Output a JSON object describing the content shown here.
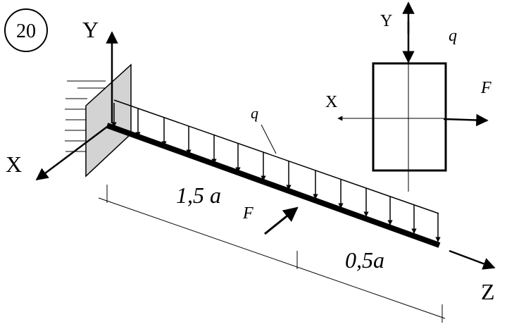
{
  "problem_number": "20",
  "axes": {
    "x_label": "X",
    "y_label": "Y",
    "z_label": "Z"
  },
  "beam": {
    "segment_1_label": "1,5 a",
    "segment_2_label": "0,5a",
    "distributed_load_label": "q",
    "force_label": "F"
  },
  "cross_section": {
    "x_label": "X",
    "y_label": "Y",
    "q_label": "q",
    "f_label": "F"
  }
}
